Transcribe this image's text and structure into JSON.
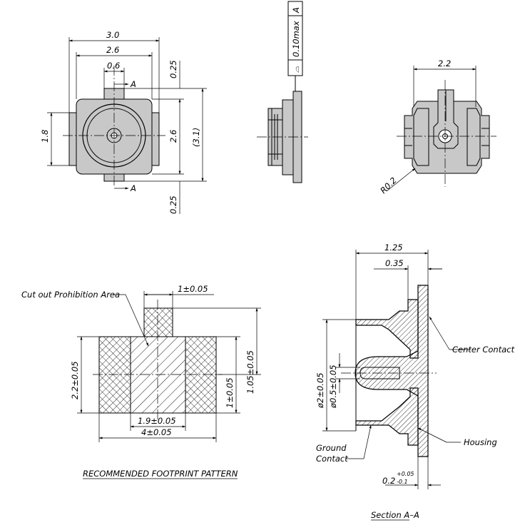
{
  "top_view": {
    "dim_width_outer": "3.0",
    "dim_width_body": "2.6",
    "dim_center_pin": "0.6",
    "dim_height_left": "1.8",
    "dim_tab_top": "0.25",
    "dim_height_body": "2.6",
    "dim_height_total": "(3.1)",
    "dim_tab_bottom": "0.25",
    "section_marker_top": "A",
    "section_marker_bottom": "A"
  },
  "side_view": {
    "flatness_symbol": "⌓",
    "flatness_value": "0.10max",
    "datum": "A"
  },
  "bottom_view": {
    "dim_width": "2.2",
    "dim_radius": "R0.2"
  },
  "footprint": {
    "label_prohibition": "Cut out Prohibition Area",
    "dim_tab_width": "1±0.05",
    "dim_total_height": "2.2±0.05",
    "dim_right_height": "1.05±0.05",
    "dim_pad_height": "1±0.05",
    "dim_center_width": "1.9±0.05",
    "dim_total_width": "4±0.05",
    "caption": "RECOMMENDED FOOTPRINT PATTERN"
  },
  "section": {
    "dim_total_length": "1.25",
    "dim_shoulder": "0.35",
    "dim_outer_diameter": "ø2±0.05",
    "dim_inner_diameter": "ø0.5±0.05",
    "dim_thickness": "0.2",
    "dim_thickness_tol_upper": "+0.05",
    "dim_thickness_tol_lower": "-0.1",
    "label_center_contact": "Center Contact",
    "label_housing": "Housing",
    "label_ground_line1": "Ground",
    "label_ground_line2": "Contact",
    "caption": "Section A–A"
  }
}
